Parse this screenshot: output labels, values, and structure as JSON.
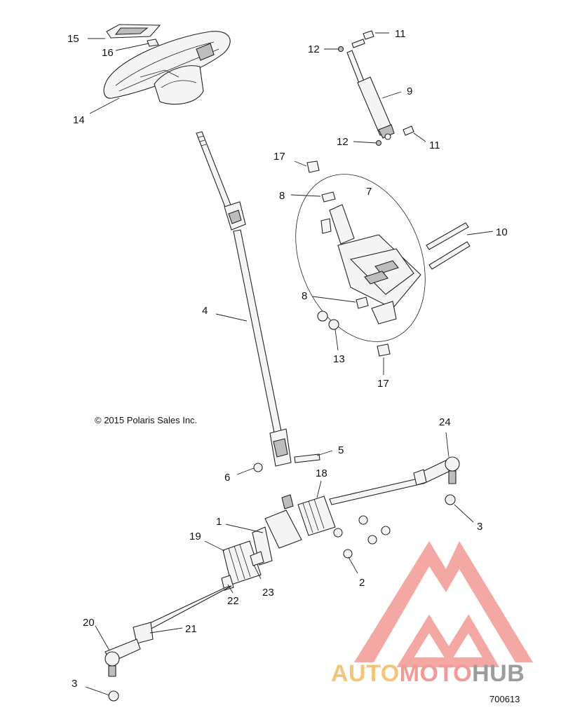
{
  "copyright": "© 2015 Polaris Sales Inc.",
  "document_number": "700613",
  "watermark": {
    "part1": "AUTO",
    "part2": "MOTO",
    "part3": "HUB",
    "colors": {
      "triangle": "#f29a94",
      "auto": "#f3c57a",
      "moto": "#f29a94",
      "hub": "#9c9c9c"
    }
  },
  "callouts": {
    "c1": "1",
    "c2": "2",
    "c3a": "3",
    "c3b": "3",
    "c4": "4",
    "c5": "5",
    "c6": "6",
    "c7": "7",
    "c8a": "8",
    "c8b": "8",
    "c9": "9",
    "c10": "10",
    "c11a": "11",
    "c11b": "11",
    "c12a": "12",
    "c12b": "12",
    "c13": "13",
    "c14": "14",
    "c15": "15",
    "c16": "16",
    "c17a": "17",
    "c17b": "17",
    "c18": "18",
    "c19": "19",
    "c20": "20",
    "c21": "21",
    "c22": "22",
    "c23": "23",
    "c24": "24"
  }
}
